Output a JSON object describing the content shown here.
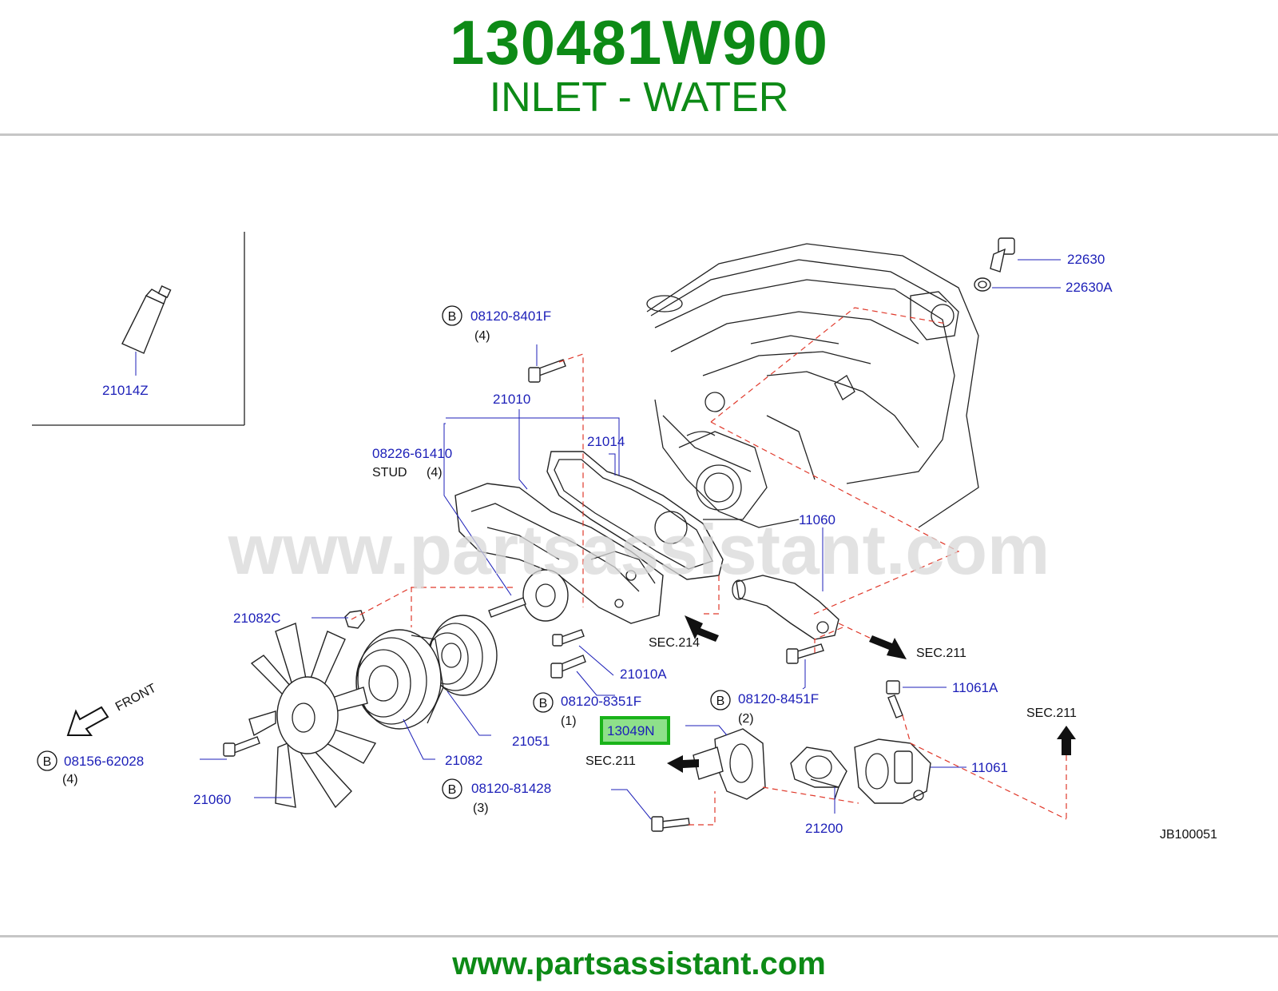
{
  "header": {
    "part_number": "130481W900",
    "part_name": "INLET - WATER"
  },
  "footer": {
    "url": "www.partsassistant.com"
  },
  "watermark": "www.partsassistant.com",
  "diagram_code": "JB100051",
  "colors": {
    "brand_green": "#0d8a16",
    "label_blue": "#1c1fb8",
    "highlight_box": "#19b319",
    "highlight_fill": "#8ee08a",
    "dashed_lines": "#e0392b"
  },
  "labels": {
    "p21014Z": "21014Z",
    "p08120_8401F": "08120-8401F",
    "q4_a": "(4)",
    "p21010": "21010",
    "p21014": "21014",
    "p08226_61410": "08226-61410",
    "stud": "STUD",
    "q4_b": "(4)",
    "p22630": "22630",
    "p22630A": "22630A",
    "p11060": "11060",
    "p21082C": "21082C",
    "sec214": "SEC.214",
    "sec211_a": "SEC.211",
    "p21010A": "21010A",
    "p08120_8351F": "08120-8351F",
    "q1": "(1)",
    "p08120_8451F": "08120-8451F",
    "q2": "(2)",
    "p11061A": "11061A",
    "sec211_b": "SEC.211",
    "p13049N": "13049N",
    "sec211_c": "SEC.211",
    "p11061": "11061",
    "p08156_62028": "08156-62028",
    "q4_c": "(4)",
    "p21051": "21051",
    "p21082": "21082",
    "p08120_81428": "08120-81428",
    "q3": "(3)",
    "p21060": "21060",
    "p21200": "21200",
    "front": "FRONT",
    "b_marker": "B"
  }
}
